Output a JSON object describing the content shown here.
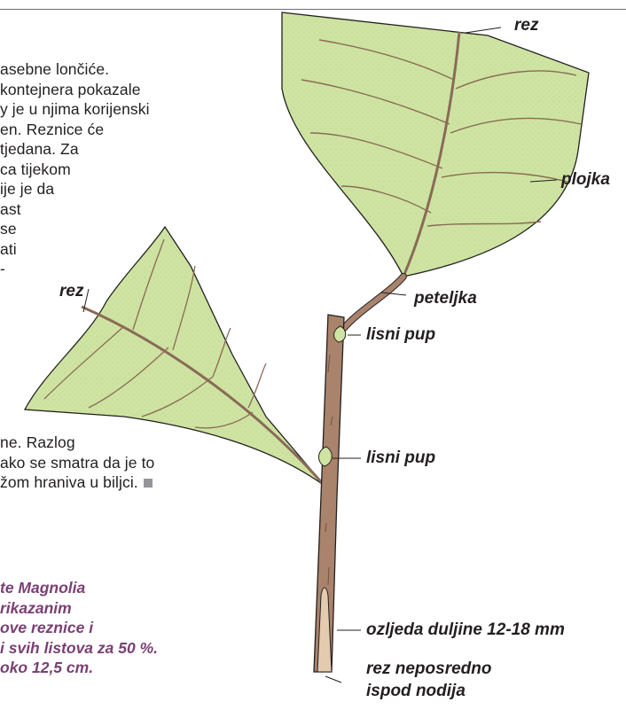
{
  "body_text": {
    "para1_lines": [
      "asebne lončiće.",
      "kontejnera pokazale",
      "y je u njima korijenski",
      "en. Reznice će",
      "tjedana. Za",
      "ca tijekom",
      "ije je da",
      "ast",
      "se",
      "ati",
      "-"
    ],
    "para2_lines": [
      "ne. Razlog",
      "ako se smatra da je to",
      "žom hraniva u biljci."
    ]
  },
  "caption_lines": [
    "te Magnolia",
    "rikazanim",
    "ove reznice i",
    "i svih listova za 50 %.",
    "oko 12,5 cm."
  ],
  "labels": {
    "rez_top": "rez",
    "plojka": "plojka",
    "rez_left": "rez",
    "peteljka": "peteljka",
    "lisni_pup_1": "lisni pup",
    "lisni_pup_2": "lisni pup",
    "ozljeda": "ozljeda duljine 12-18 mm",
    "rez_nodij_1": "rez neposredno",
    "rez_nodij_2": "ispod nodija"
  },
  "colors": {
    "leaf_fill": "#cfe4a2",
    "leaf_shade": "#9fbf6a",
    "stem": "#a9836b",
    "vein": "#8a6a58",
    "caption": "#7b3f74",
    "wound": "#e4cbb0"
  }
}
